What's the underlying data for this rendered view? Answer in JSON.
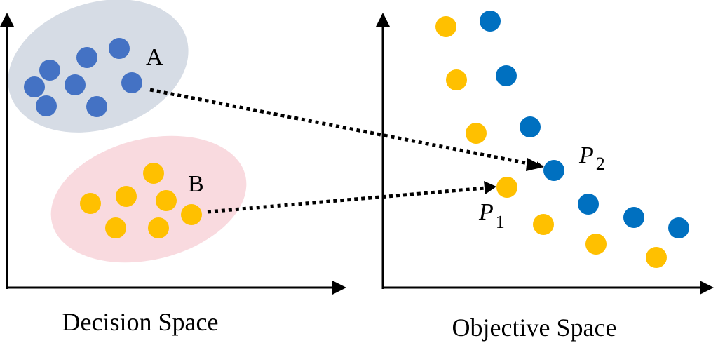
{
  "colors": {
    "decision_blue": "#4472C4",
    "yellow": "#FFC000",
    "objective_blue": "#0070C0",
    "cluster_a_fill": "#D6DCE5",
    "cluster_b_fill": "#F9DADF",
    "axis": "#000000"
  },
  "decision_space": {
    "caption": "Decision Space",
    "cluster_a": {
      "label": "A",
      "point_count": 8
    },
    "cluster_b": {
      "label": "B",
      "point_count": 7
    }
  },
  "objective_space": {
    "caption": "Objective Space",
    "p1": {
      "label": "P",
      "subscript": "1"
    },
    "p2": {
      "label": "P",
      "subscript": "2"
    },
    "yellow_point_count": 7,
    "blue_point_count": 7
  }
}
